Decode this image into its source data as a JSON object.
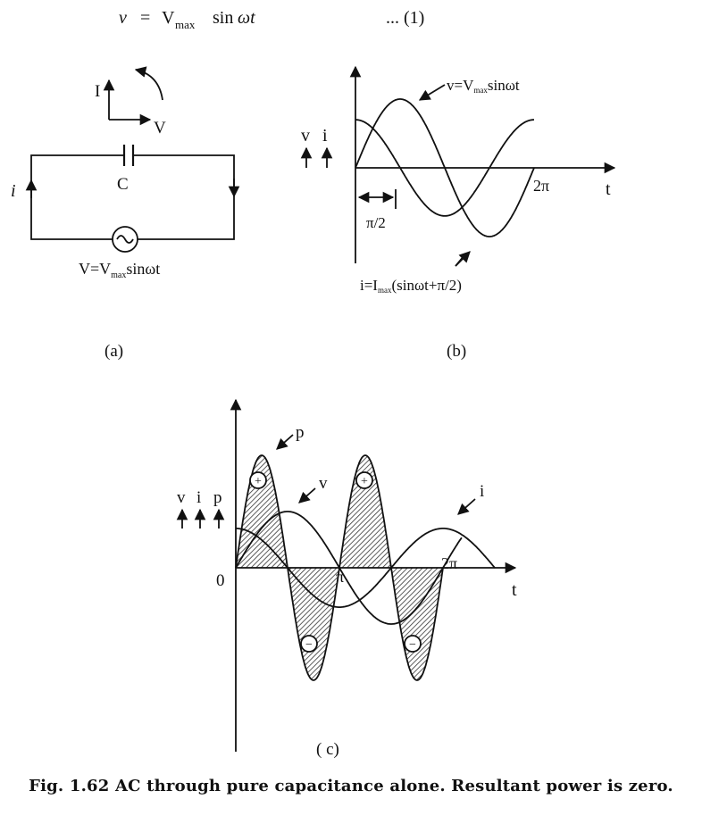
{
  "equation": {
    "lhs": "v",
    "eq": "=",
    "vmax": "V",
    "vmax_sub": "max",
    "sin": "sin",
    "omega_t": "ωt",
    "number": "... (1)"
  },
  "panel_a": {
    "label": "(a)",
    "phasor_i": "I",
    "phasor_v": "V",
    "current_label": "i",
    "capacitor_label": "C",
    "source_v": "V=V",
    "source_sub": "max",
    "source_rest": "sinωt"
  },
  "panel_b": {
    "label": "(b)",
    "y_v": "v",
    "y_i": "i",
    "t_label": "t",
    "two_pi": "2π",
    "pi_half": "π/2",
    "v_lbl_main": "v=V",
    "v_lbl_sub": "max",
    "v_lbl_rest": "sinωt",
    "i_lbl_main": "i=I",
    "i_lbl_sub": "max",
    "i_lbl_rest": "(sinωt+π/2)"
  },
  "panel_c": {
    "label": "( c)",
    "y_v": "v",
    "y_i": "i",
    "y_p": "p",
    "origin": "0",
    "pi": "π",
    "two_pi": "2π",
    "t_label": "t",
    "p_label": "p",
    "v_label": "v",
    "i_label": "i",
    "plus": "+",
    "minus": "−"
  },
  "caption": "Fig. 1.62 AC through pure capacitance alone. Resultant power is zero.",
  "colors": {
    "ink": "#111111",
    "paper": "#ffffff",
    "hatch_fill": "#8a8a8a"
  },
  "chart_data": [
    {
      "type": "line",
      "series": [
        {
          "name": "v=Vmaxsinωt",
          "fn": "sin",
          "amplitude": 1,
          "phase_rad": 0
        },
        {
          "name": "i=Imax(sinωt+π/2)",
          "fn": "sin",
          "amplitude": 0.7,
          "phase_rad": 1.5708
        }
      ],
      "x_range_rad": [
        0,
        6.2832
      ],
      "xlabel": "t",
      "x_ticks": [
        "2π"
      ],
      "annotations": [
        "π/2"
      ]
    },
    {
      "type": "line",
      "series": [
        {
          "name": "p",
          "fn": "sin",
          "amplitude": 2.0,
          "frequency": 2,
          "phase_rad": 0
        },
        {
          "name": "v",
          "fn": "sin",
          "amplitude": 1,
          "phase_rad": 0
        },
        {
          "name": "i",
          "fn": "sin",
          "amplitude": 0.7,
          "phase_rad": 1.5708
        }
      ],
      "x_range_rad": [
        0,
        7.1
      ],
      "xlabel": "t",
      "x_ticks": [
        "0",
        "π",
        "2π"
      ],
      "regions": [
        "+",
        "−",
        "+",
        "−"
      ]
    }
  ]
}
